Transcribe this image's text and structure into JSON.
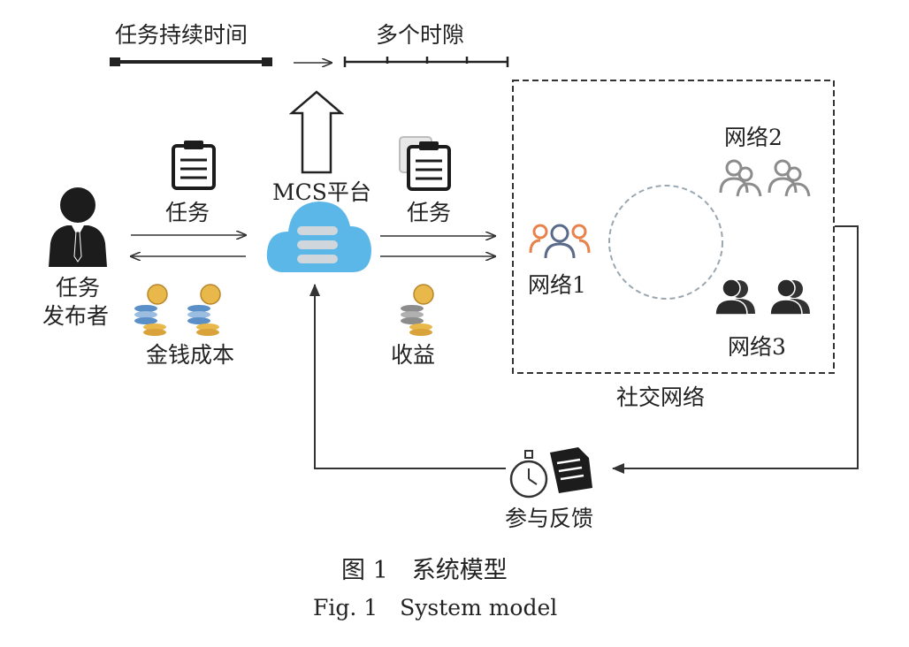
{
  "timeline": {
    "task_duration": "任务持续时间",
    "multi_slots": "多个时隙"
  },
  "publisher": {
    "line1": "任务",
    "line2": "发布者"
  },
  "flows": {
    "task_left": "任务",
    "task_right": "任务",
    "money_cost": "金钱成本",
    "revenue": "收益",
    "feedback": "参与反馈"
  },
  "platform": {
    "label": "MCS平台"
  },
  "social_network": {
    "label": "社交网络",
    "network1": "网络1",
    "network2": "网络2",
    "network3": "网络3"
  },
  "caption": {
    "zh": "图 1　系统模型",
    "en": "Fig. 1　System model"
  },
  "colors": {
    "cloud": "#5bb7e8",
    "cloud_bar": "#cfd6dc",
    "network1": "#e8824a",
    "network1_inner": "#5a6b8a",
    "network2": "#8c8c8c",
    "network3": "#333333",
    "coin_gold": "#e8b84a",
    "coin_blue": "#5a8fc7"
  }
}
